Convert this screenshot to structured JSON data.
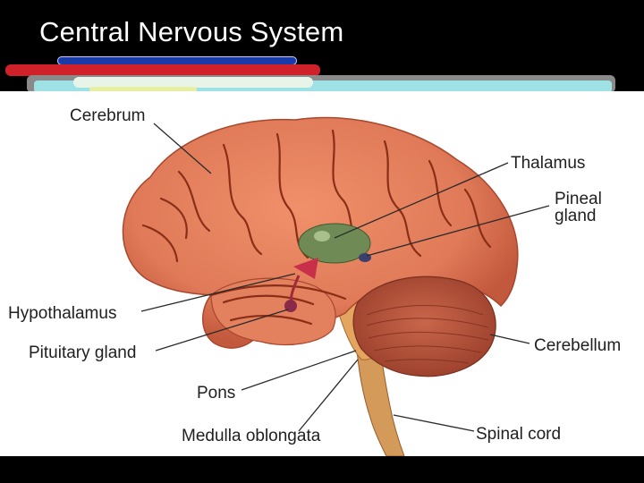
{
  "slide": {
    "title": "Central Nervous System"
  },
  "labels": {
    "cerebrum": "Cerebrum",
    "thalamus": "Thalamus",
    "pineal_line1": "Pineal",
    "pineal_line2": "gland",
    "hypothalamus": "Hypothalamus",
    "pituitary": "Pituitary gland",
    "cerebellum": "Cerebellum",
    "pons": "Pons",
    "medulla": "Medulla oblongata",
    "spinal_cord": "Spinal cord"
  },
  "colors": {
    "background": "#000000",
    "title": "#ffffff",
    "brain": "#e07a58",
    "brain_shadow": "#b8503a",
    "cerebellum": "#b5523a",
    "brainstem": "#e4a560",
    "thalamus": "#6f8a55",
    "accent_red": "#d0202a",
    "accent_blue": "#1a3aa8",
    "accent_cyan": "#9ee2e6"
  }
}
